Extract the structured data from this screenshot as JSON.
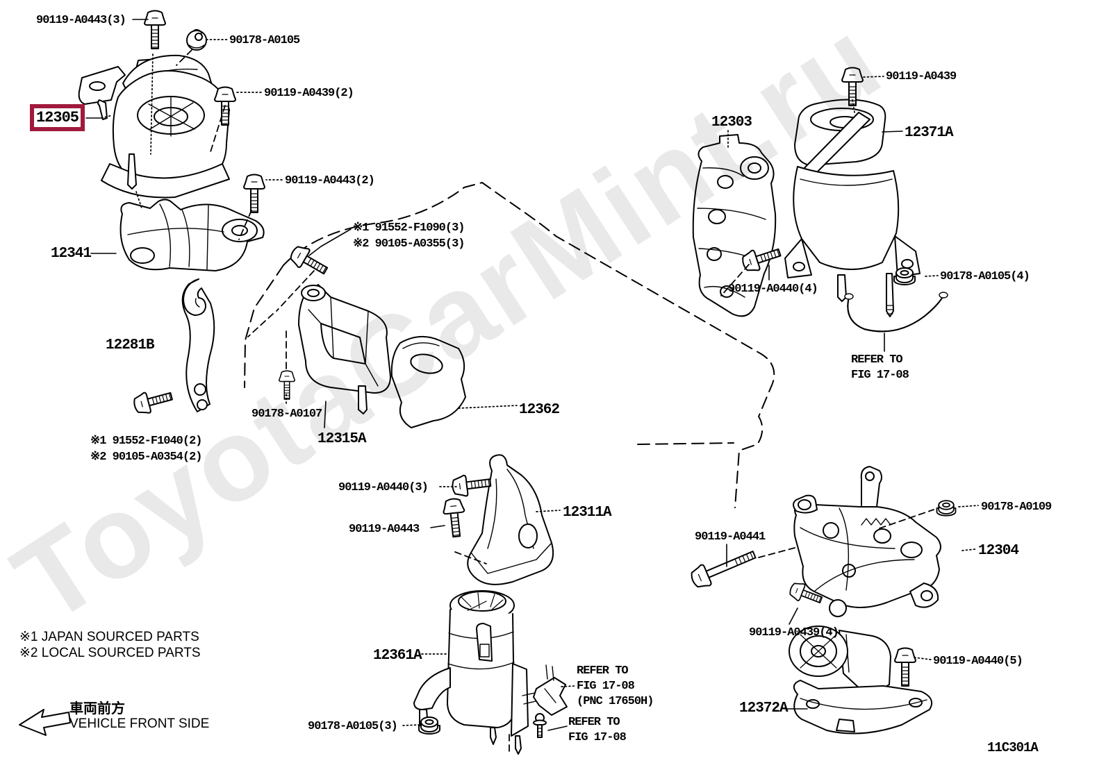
{
  "watermark_text": "ToyotaCarMint.ru",
  "diagram_code": "11C301A",
  "highlight": {
    "part_code": "12305",
    "box_color": "#a01a3c"
  },
  "part_labels": {
    "p12341": "12341",
    "p12281B": "12281B",
    "p12315A": "12315A",
    "p12362": "12362",
    "p12311A": "12311A",
    "p12361A": "12361A",
    "p12303": "12303",
    "p12371A": "12371A",
    "p12304": "12304",
    "p12372A": "12372A"
  },
  "fastener_labels": {
    "a0443_3": "90119-A0443(3)",
    "a0105": "90178-A0105",
    "a0439_2": "90119-A0439(2)",
    "a0443_2": "90119-A0443(2)",
    "f1090": "※1 91552-F1090(3)",
    "a0355": "※2 90105-A0355(3)",
    "f1040": "※1 91552-F1040(2)",
    "a0354": "※2 90105-A0354(2)",
    "a0107": "90178-A0107",
    "a0440_3": "90119-A0440(3)",
    "a0443": "90119-A0443",
    "a0105_3": "90178-A0105(3)",
    "a0439": "90119-A0439",
    "a0440_4": "90119-A0440(4)",
    "a0105_4": "90178-A0105(4)",
    "a0441": "90119-A0441",
    "a0109": "90178-A0109",
    "a0439_4": "90119-A0439(4)",
    "a0440_5": "90119-A0440(5)"
  },
  "refs": {
    "line1": "REFER TO",
    "line2": "FIG 17-08",
    "pnc": "(PNC 17650H)"
  },
  "legend": {
    "note1": "※1 JAPAN SOURCED PARTS",
    "note2": "※2 LOCAL SOURCED PARTS"
  },
  "direction": {
    "jp": "車両前方",
    "en": "VEHICLE FRONT SIDE"
  }
}
